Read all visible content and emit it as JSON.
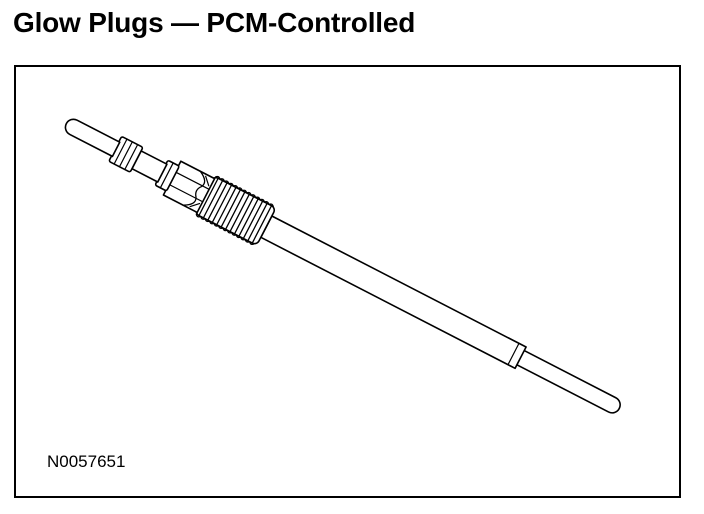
{
  "title": "Glow Plugs — PCM-Controlled",
  "figure": {
    "id": "N0057651",
    "subject": "glow-plug-illustration",
    "colors": {
      "line": "#000000",
      "fill": "#ffffff"
    }
  }
}
